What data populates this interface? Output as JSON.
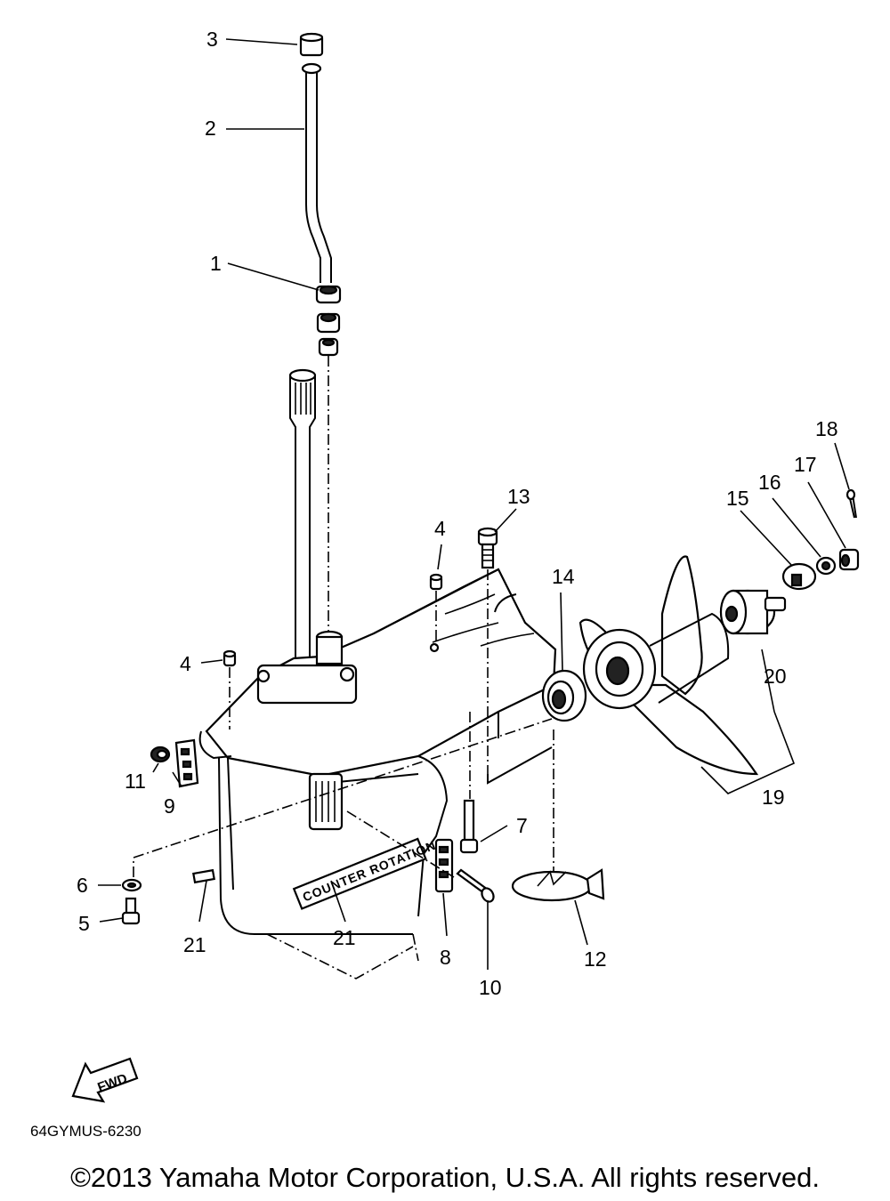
{
  "callouts": {
    "c1": "1",
    "c2": "2",
    "c3": "3",
    "c4a": "4",
    "c4b": "4",
    "c5": "5",
    "c6": "6",
    "c7": "7",
    "c8": "8",
    "c9": "9",
    "c10": "10",
    "c11": "11",
    "c12": "12",
    "c13": "13",
    "c14": "14",
    "c15": "15",
    "c16": "16",
    "c17": "17",
    "c18": "18",
    "c19": "19",
    "c20": "20",
    "c21a": "21",
    "c21b": "21"
  },
  "decal_text": "COUNTER ROTATION",
  "fwd_label": "FWD",
  "diagram_code": "64GYMUS-6230",
  "copyright": "©2013 Yamaha Motor Corporation, U.S.A. All rights reserved."
}
